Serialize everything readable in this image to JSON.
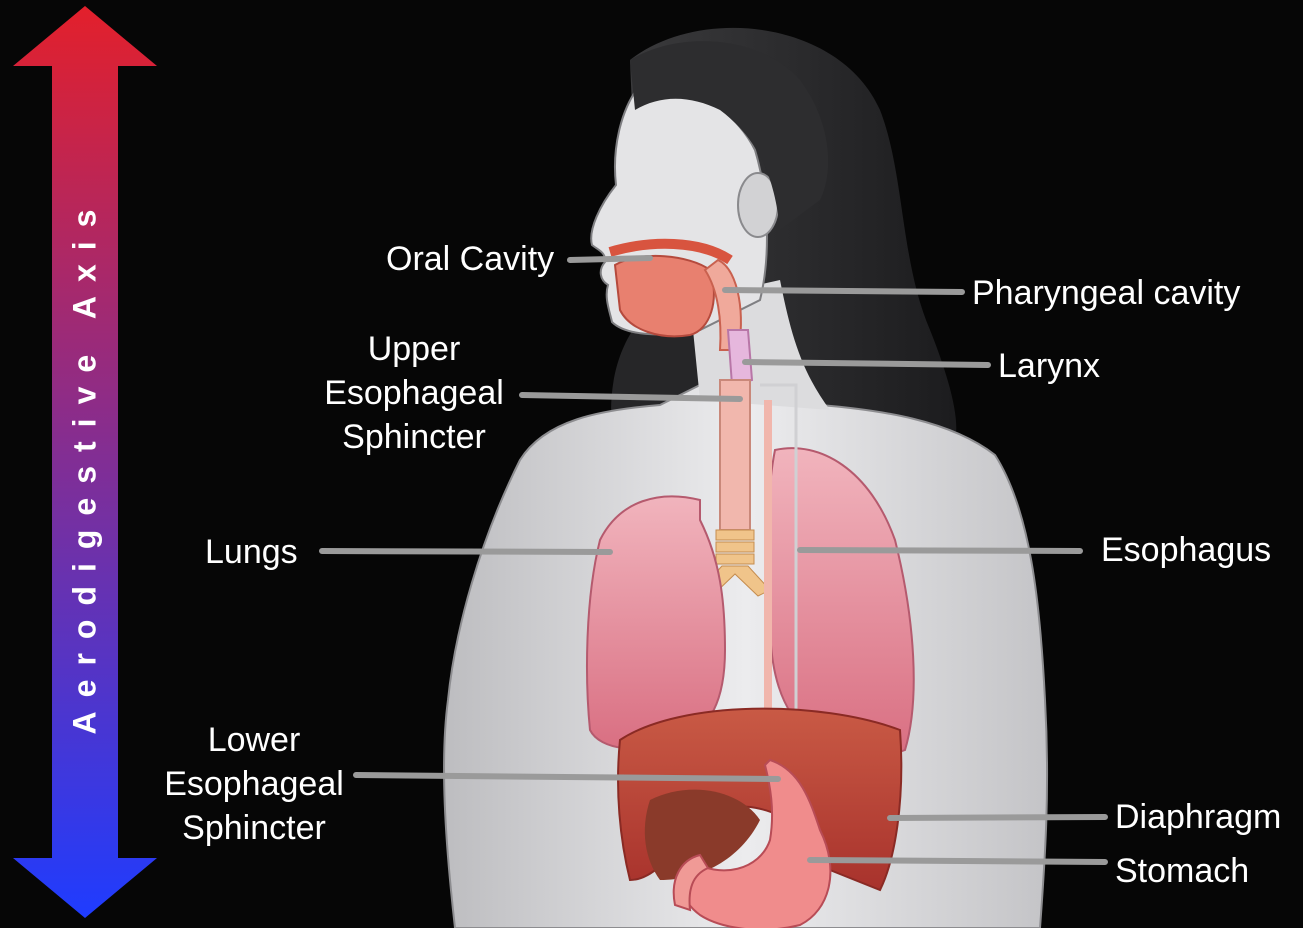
{
  "axis": {
    "label": "Aerodigestive Axis",
    "top_color": "#e3202b",
    "bottom_color": "#1f3cff"
  },
  "labels": {
    "oral_cavity": "Oral Cavity",
    "pharyngeal_cavity": "Pharyngeal cavity",
    "larynx": "Larynx",
    "ues_line1": "Upper",
    "ues_line2": "Esophageal",
    "ues_line3": "Sphincter",
    "lungs": "Lungs",
    "esophagus": "Esophagus",
    "les_line1": "Lower",
    "les_line2": "Esophageal",
    "les_line3": "Sphincter",
    "diaphragm": "Diaphragm",
    "stomach": "Stomach"
  },
  "colors": {
    "background": "#060606",
    "body": "#e3e3e5",
    "hair": "#2a2a2c",
    "organ": "#e88e9a",
    "muscle": "#c7443a",
    "leader": "#9a9a9a"
  }
}
